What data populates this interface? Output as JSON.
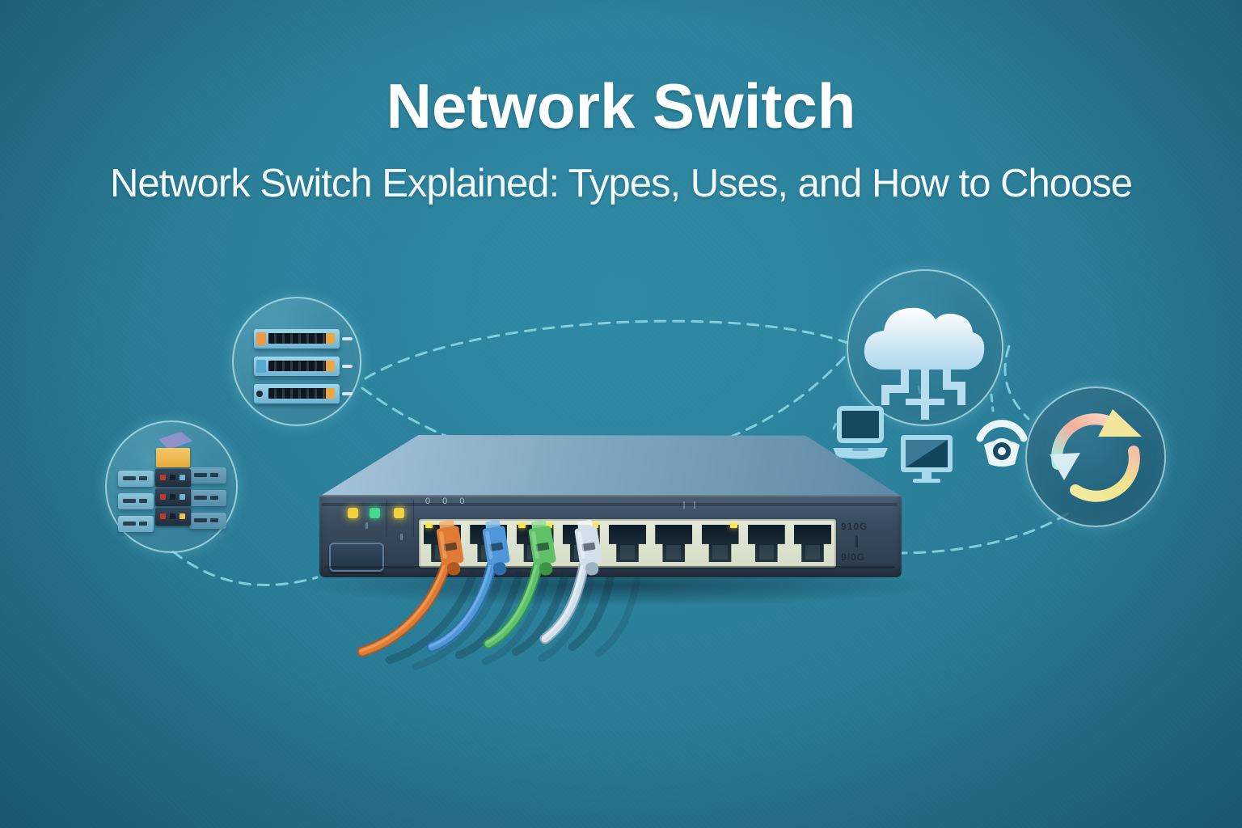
{
  "title": "Network Switch",
  "subtitle": "Network Switch Explained: Types, Uses, and How to Choose",
  "colors": {
    "background": "#2a7e98",
    "dashed_line": "#8fdbe8",
    "switch_front": "#3b4d60",
    "switch_top": "#80a7c0",
    "port_bezel": "#dde3d0",
    "port_dark": "#15242f",
    "led_yellow": "#f2d23c",
    "led_green": "#43d88c",
    "cloud_fill": "#cfe9f5",
    "sync_arc_warm": "#f4b09a",
    "sync_arc_cool": "#9feee2",
    "sync_arc_yellow": "#efe48e",
    "sync_triangle_yellow": "#f2e69c",
    "sync_triangle_light": "#d8ecf4"
  },
  "switch_panel": {
    "digits_label": "0 0 0",
    "label_top": "910G",
    "label_bottom": "9/0G",
    "port_count": 9,
    "status_leds": [
      "#f2d23c",
      "#43d88c",
      "#f2d23c"
    ],
    "port_leds": [
      {
        "port": 0,
        "corner": "tl"
      },
      {
        "port": 2,
        "corner": "tl"
      },
      {
        "port": 2,
        "corner": "tr"
      },
      {
        "port": 3,
        "corner": "tr"
      },
      {
        "port": 6,
        "corner": "tr"
      }
    ],
    "cables": [
      {
        "name": "orange-cable",
        "port": 0,
        "main": "#e07b35",
        "dark": "#b2571d",
        "light": "#f5b06c"
      },
      {
        "name": "blue-cable",
        "port": 1,
        "main": "#4f97d8",
        "dark": "#2e6dac",
        "light": "#8cc3ee"
      },
      {
        "name": "green-cable",
        "port": 2,
        "main": "#5fc168",
        "dark": "#3a9546",
        "light": "#97e09d"
      },
      {
        "name": "white-cable",
        "port": 3,
        "main": "#d3e0ea",
        "dark": "#9cb2c2",
        "light": "#f0f7fb"
      }
    ]
  },
  "stack_icon": {
    "units": [
      {
        "cap": "#eb9b43"
      },
      {
        "cap": "#58a7cc"
      },
      {
        "cap": "#1d2a33"
      }
    ]
  },
  "server_icon": {
    "left_modules": 3,
    "right_modules": 3,
    "row_count": 3
  }
}
